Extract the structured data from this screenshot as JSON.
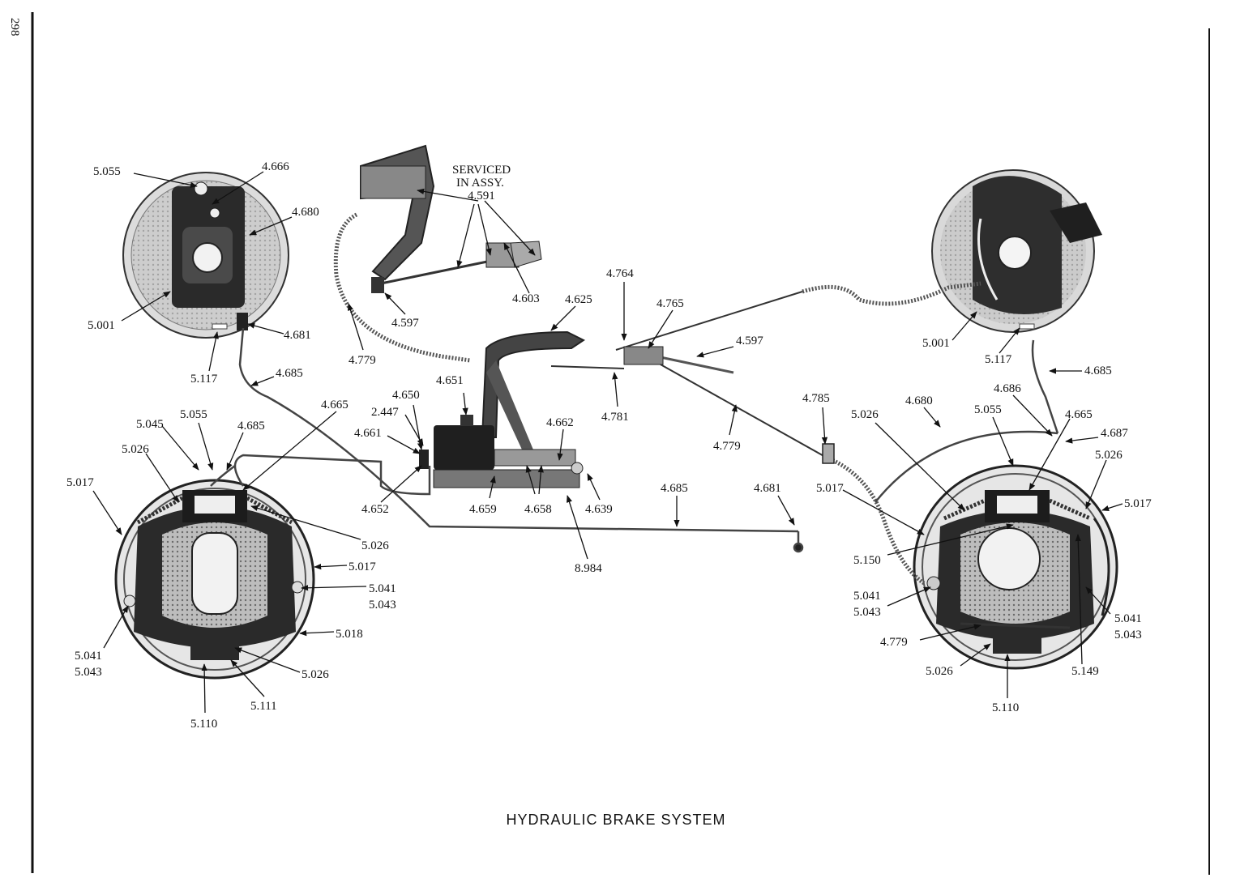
{
  "page_number": "298",
  "caption": "HYDRAULIC BRAKE SYSTEM",
  "serviced_note": [
    "SERVICED",
    "IN ASSY."
  ],
  "callouts": {
    "lf_5055": "5.055",
    "lf_4666": "4.666",
    "lf_4680": "4.680",
    "lf_5001": "5.001",
    "lf_4681": "4.681",
    "lf_5117": "5.117",
    "lf_4685": "4.685",
    "ped_4591": "4.591",
    "ped_4603": "4.603",
    "ped_4597": "4.597",
    "ped_4779": "4.779",
    "ped_4625": "4.625",
    "pb_4764": "4.764",
    "pb_4765": "4.765",
    "pb_4597": "4.597",
    "pb_4781": "4.781",
    "pb_4779": "4.779",
    "mc_4650": "4.650",
    "mc_4651": "4.651",
    "mc_2447": "2.447",
    "mc_4661": "4.661",
    "mc_4652": "4.652",
    "mc_4659": "4.659",
    "mc_4658": "4.658",
    "mc_4662": "4.662",
    "mc_4639": "4.639",
    "mc_8984": "8.984",
    "mc_4665": "4.665",
    "lr_5045": "5.045",
    "lr_5055": "5.055",
    "lr_4685": "4.685",
    "lr_5026a": "5.026",
    "lr_5017a": "5.017",
    "lr_5026b": "5.026",
    "lr_5017b": "5.017",
    "lr_5041a": "5.041",
    "lr_5043a": "5.043",
    "lr_5018": "5.018",
    "lr_5041b": "5.041",
    "lr_5043b": "5.043",
    "lr_5026c": "5.026",
    "lr_5111": "5.111",
    "lr_5110": "5.110",
    "mid_4685": "4.685",
    "mid_4681": "4.681",
    "rf_5001": "5.001",
    "rf_5117": "5.117",
    "rf_4685": "4.685",
    "rr_4785": "4.785",
    "rr_5026a": "5.026",
    "rr_4680": "4.680",
    "rr_5055": "5.055",
    "rr_4686": "4.686",
    "rr_4665": "4.665",
    "rr_4687": "4.687",
    "rr_5026b": "5.026",
    "rr_5017a": "5.017",
    "rr_5017b": "5.017",
    "rr_5150": "5.150",
    "rr_5041a": "5.041",
    "rr_5043a": "5.043",
    "rr_5041b": "5.041",
    "rr_5043b": "5.043",
    "rr_4779": "4.779",
    "rr_5026c": "5.026",
    "rr_5149": "5.149",
    "rr_5110": "5.110"
  }
}
